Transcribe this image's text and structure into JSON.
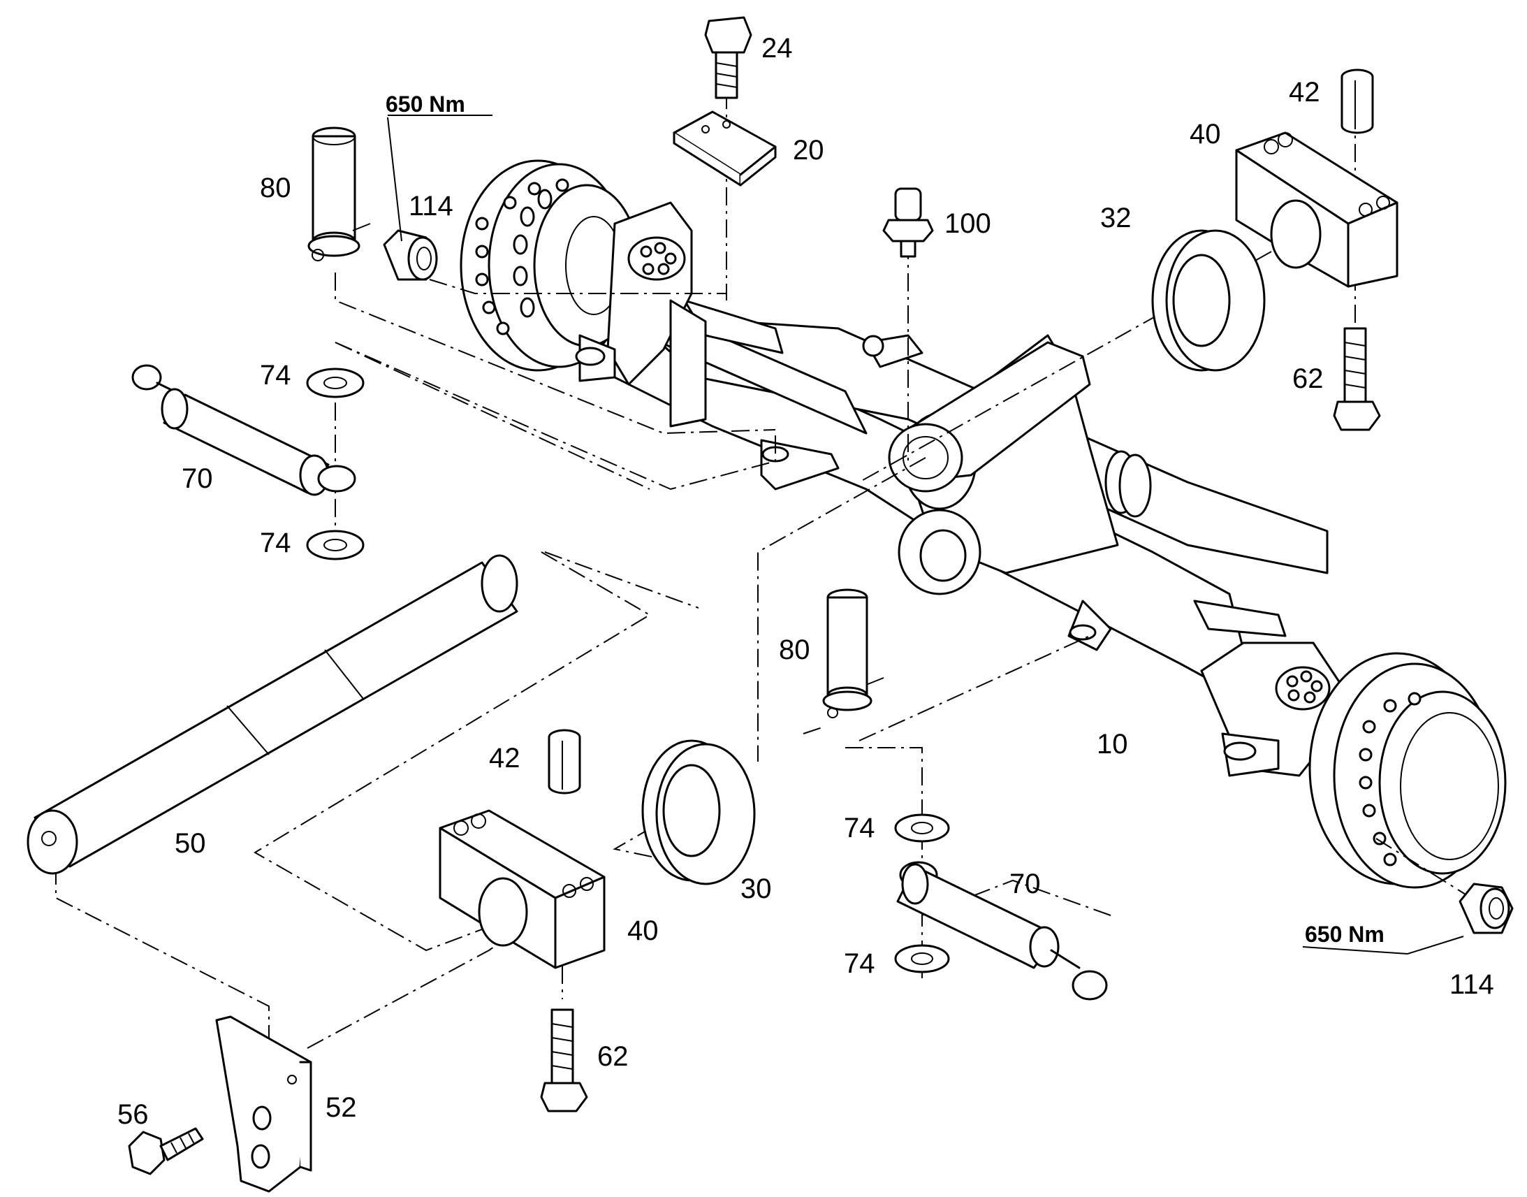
{
  "diagram": {
    "callouts": {
      "c24": "24",
      "c20": "20",
      "c42a": "42",
      "c40a": "40",
      "c80a": "80",
      "c114a": "114",
      "c100": "100",
      "c32": "32",
      "c62a": "62",
      "c74a": "74",
      "c70a": "70",
      "c74b": "74",
      "c80b": "80",
      "c10": "10",
      "c42b": "42",
      "c50": "50",
      "c30": "30",
      "c40b": "40",
      "c74c": "74",
      "c70b": "70",
      "c74d": "74",
      "c62b": "62",
      "c56": "56",
      "c52": "52",
      "c114b": "114"
    },
    "torques": {
      "t1": "650 Nm",
      "t2": "650 Nm"
    }
  }
}
